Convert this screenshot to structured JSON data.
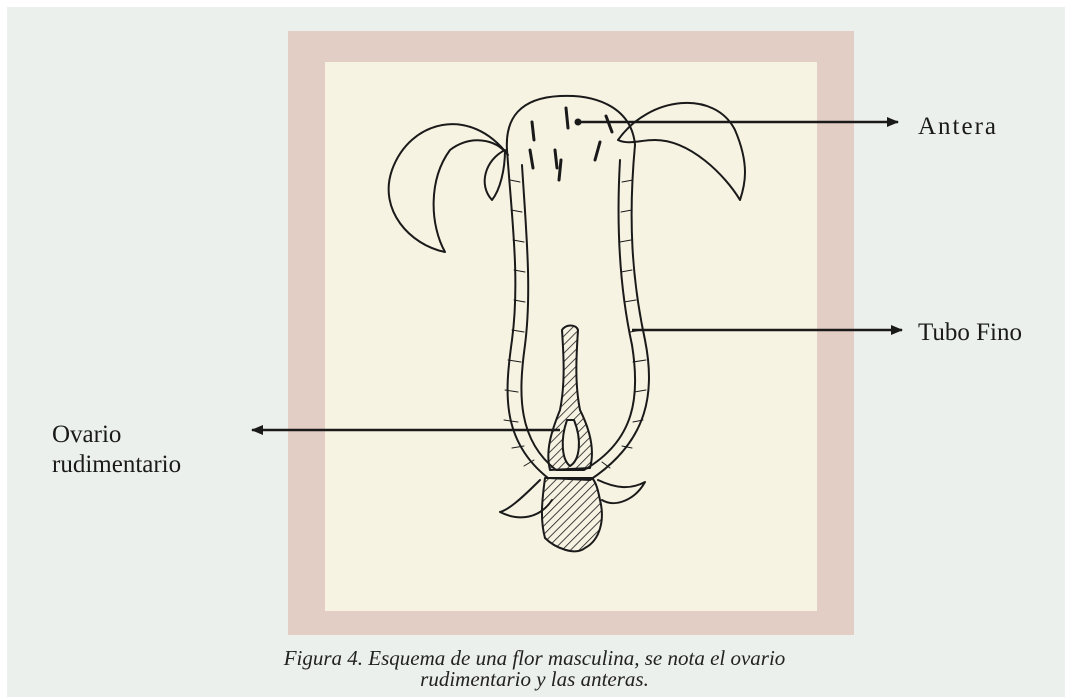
{
  "figure": {
    "caption_line1": "Figura 4. Esquema de una flor masculina, se nota el ovario",
    "caption_line2": "rudimentario y las anteras."
  },
  "labels": {
    "antera": "Antera",
    "tubo_fino": "Tubo Fino",
    "ovario_line1": "Ovario",
    "ovario_line2": "rudimentario"
  },
  "colors": {
    "background": "#ecf0ec",
    "frame_outer": "#e2cec5",
    "frame_inner": "#f7f3e3",
    "ink": "#1a1a1a"
  }
}
